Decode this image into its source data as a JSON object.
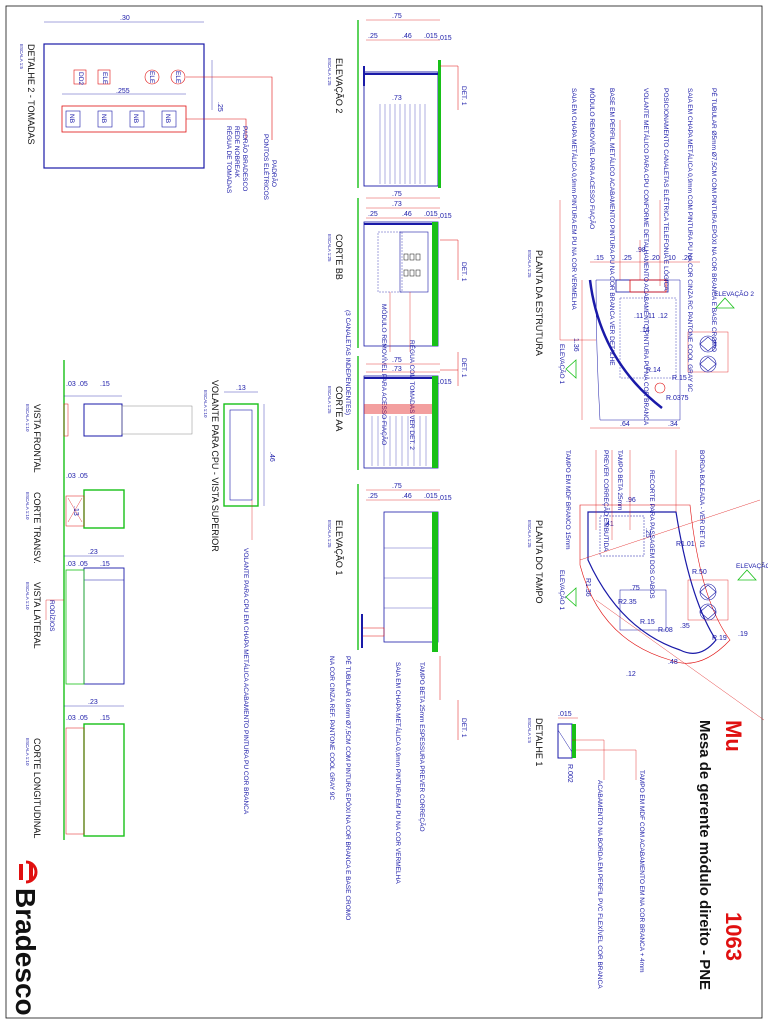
{
  "title_block": {
    "code": "1063",
    "line": "Mu",
    "title": "Mesa de gerente módulo direito - PNE",
    "brand": "Bradesco"
  },
  "details": {
    "tomadas": {
      "title": "DETALHE 2 - TOMADAS",
      "scale": "ESCALA 1:5",
      "dims": [
        ".30",
        ".255",
        ".25"
      ],
      "labels": [
        "PONTOS ELÉTRICOS",
        "PADRÃO",
        "RÉGUA DE TOMADAS",
        "REDE NOBREAK",
        "PADRÃO BRADESCO"
      ],
      "tags": [
        "DD2",
        "ELE",
        "ELE",
        "ELE",
        "NB",
        "NB",
        "NB",
        "NB"
      ]
    },
    "elev2": {
      "title": "ELEVAÇÃO 2",
      "scale": "ESCALA 1:25",
      "dims": [
        ".75",
        ".25",
        ".46",
        ".015",
        ".015",
        ".73"
      ],
      "ref": "DET. 1"
    },
    "corte_bb": {
      "title": "CORTE BB",
      "scale": "ESCALA 1:25",
      "dims": [
        ".75",
        ".73",
        ".25",
        ".46",
        ".015",
        ".015"
      ],
      "ref": "DET. 1",
      "notes": [
        "RÉGUA COM TOMADAS VER DET. 2",
        "MÓDULO REMOVÍVEL PARA ACESSO FIAÇÃO",
        "(3 CANALETAS INDEPENDENTES)"
      ]
    },
    "corte_aa": {
      "title": "CORTE AA",
      "scale": "ESCALA 1:25",
      "dims": [
        ".75",
        ".73",
        ".015"
      ],
      "ref": "DET. 1"
    },
    "elev1": {
      "title": "ELEVAÇÃO 1",
      "scale": "ESCALA 1:25",
      "dims": [
        ".75",
        ".25",
        ".46",
        ".015",
        ".015"
      ],
      "ref": "DET. 1",
      "notes": [
        "PÉ TUBULAR 0,6mm Ø7,5CM COM PINTURA EPÓXI NA COR BRANCA E BASE CROMO",
        "TAMPO BETA 25mm ESPESSURA PREVER CORREÇÃO",
        "SAIA EM CHAPA METÁLICA 0,9mm PINTURA EM PU NA COR VERMELHA",
        "NA COR CINZA REF. PANTONE COOL GRAY 9C"
      ]
    },
    "det1": {
      "title": "DETALHE 1",
      "scale": "ESCALA 1:5",
      "dims": [
        ".015",
        "R.002"
      ],
      "notes": [
        "TAMPO EM MDF COM ACABAMENTO EM NA COR BRANCA + 4mm",
        "ACABAMENTO NA BORDA EM PERFIL PVC FLEXÍVEL COR BRANCA"
      ]
    }
  },
  "plans": {
    "estrutura": {
      "title": "PLANTA DA ESTRUTURA",
      "scale": "ESCALA 1:25",
      "dims": [
        ".15",
        ".25",
        ".20",
        ".10",
        ".20",
        ".98",
        "R.14",
        "R.15",
        "R.0375",
        "1.36",
        ".64",
        ".34",
        ".11",
        ".11",
        ".12",
        ".14"
      ],
      "elev": [
        "ELEVAÇÃO 2",
        "ELEVAÇÃO 1"
      ],
      "notes": [
        "PÉ TUBULAR Ø5mm Ø7,5CM COM PINTURA EPÓXI NA COR BRANCA E BASE CROMO",
        "SAIA EM CHAPA METÁLICA 0,9mm COM PINTURA PU NA COR CINZA RC PANTONE COOL GRAY 9C",
        "POSICIONAMENTO CANALETAS ELÉTRICA TELEFONIA E LÓGICA",
        "VOLANTE METÁLICO PARA CPU CONFORME DETALHAMENTO ACABAMENTO PINTURA PU NA COR BRANCA",
        "BASE EM PERFIL METÁLICO ACABAMENTO PINTURA PU NA COR BRANCA VER DETALHE",
        "MÓDULO REMOVÍVEL PARA ACESSO FIAÇÃO",
        "SAIA EM CHAPA METÁLICA 0,9mm PINTURA EM PU NA COR VERMELHA"
      ]
    },
    "tampo": {
      "title": "PLANTA DO TAMPO",
      "scale": "ESCALA 1:25",
      "dims": [
        ".96",
        ".41",
        ".25",
        ".75",
        "R1.36",
        "R2.35",
        "R1.01",
        "R.08",
        "R.15",
        "R.50",
        ".19",
        ".12",
        ".48",
        ".35",
        "R.19"
      ],
      "elev": [
        "ELEVAÇÃO 2",
        "ELEVAÇÃO 1"
      ],
      "notes": [
        "BORDA BOLEADA - VER DET 01",
        "RECORTE PARA PASSAGEM DOS CABOS",
        "TAMPO BETA 25mm",
        "PREVER CORREÇÃO EMBUTIDA",
        "TAMPO EM MDF BRANCO 15mm"
      ]
    }
  },
  "cpu": {
    "superior": {
      "title": "VOLANTE PARA CPU - VISTA SUPERIOR",
      "scale": "ESCALA 1:10",
      "dims": [
        ".13",
        ".46"
      ],
      "note": "VOLANTE PARA CPU EM CHAPA METÁLICA ACABAMENTO PINTURA PU COR BRANCA"
    },
    "frontal": {
      "title": "VISTA FRONTAL",
      "scale": "ESCALA 1:10",
      "dims": [
        ".03",
        ".05",
        ".15"
      ]
    },
    "transv": {
      "title": "CORTE TRANSV.",
      "scale": "ESCALA 1:10",
      "dims": [
        ".03",
        ".05",
        ".13"
      ]
    },
    "lateral": {
      "title": "VISTA LATERAL",
      "scale": "ESCALA 1:10",
      "dims": [
        ".23",
        ".03",
        ".05",
        ".15"
      ],
      "note": "RODÍZIOS"
    },
    "longit": {
      "title": "CORTE LONGITUDINAL",
      "scale": "ESCALA 1:10",
      "dims": [
        ".23",
        ".03",
        ".05",
        ".15"
      ]
    }
  },
  "colors": {
    "line": "#1a1aa8",
    "red": "#e01010",
    "green": "#18c018",
    "dark": "#111111"
  }
}
